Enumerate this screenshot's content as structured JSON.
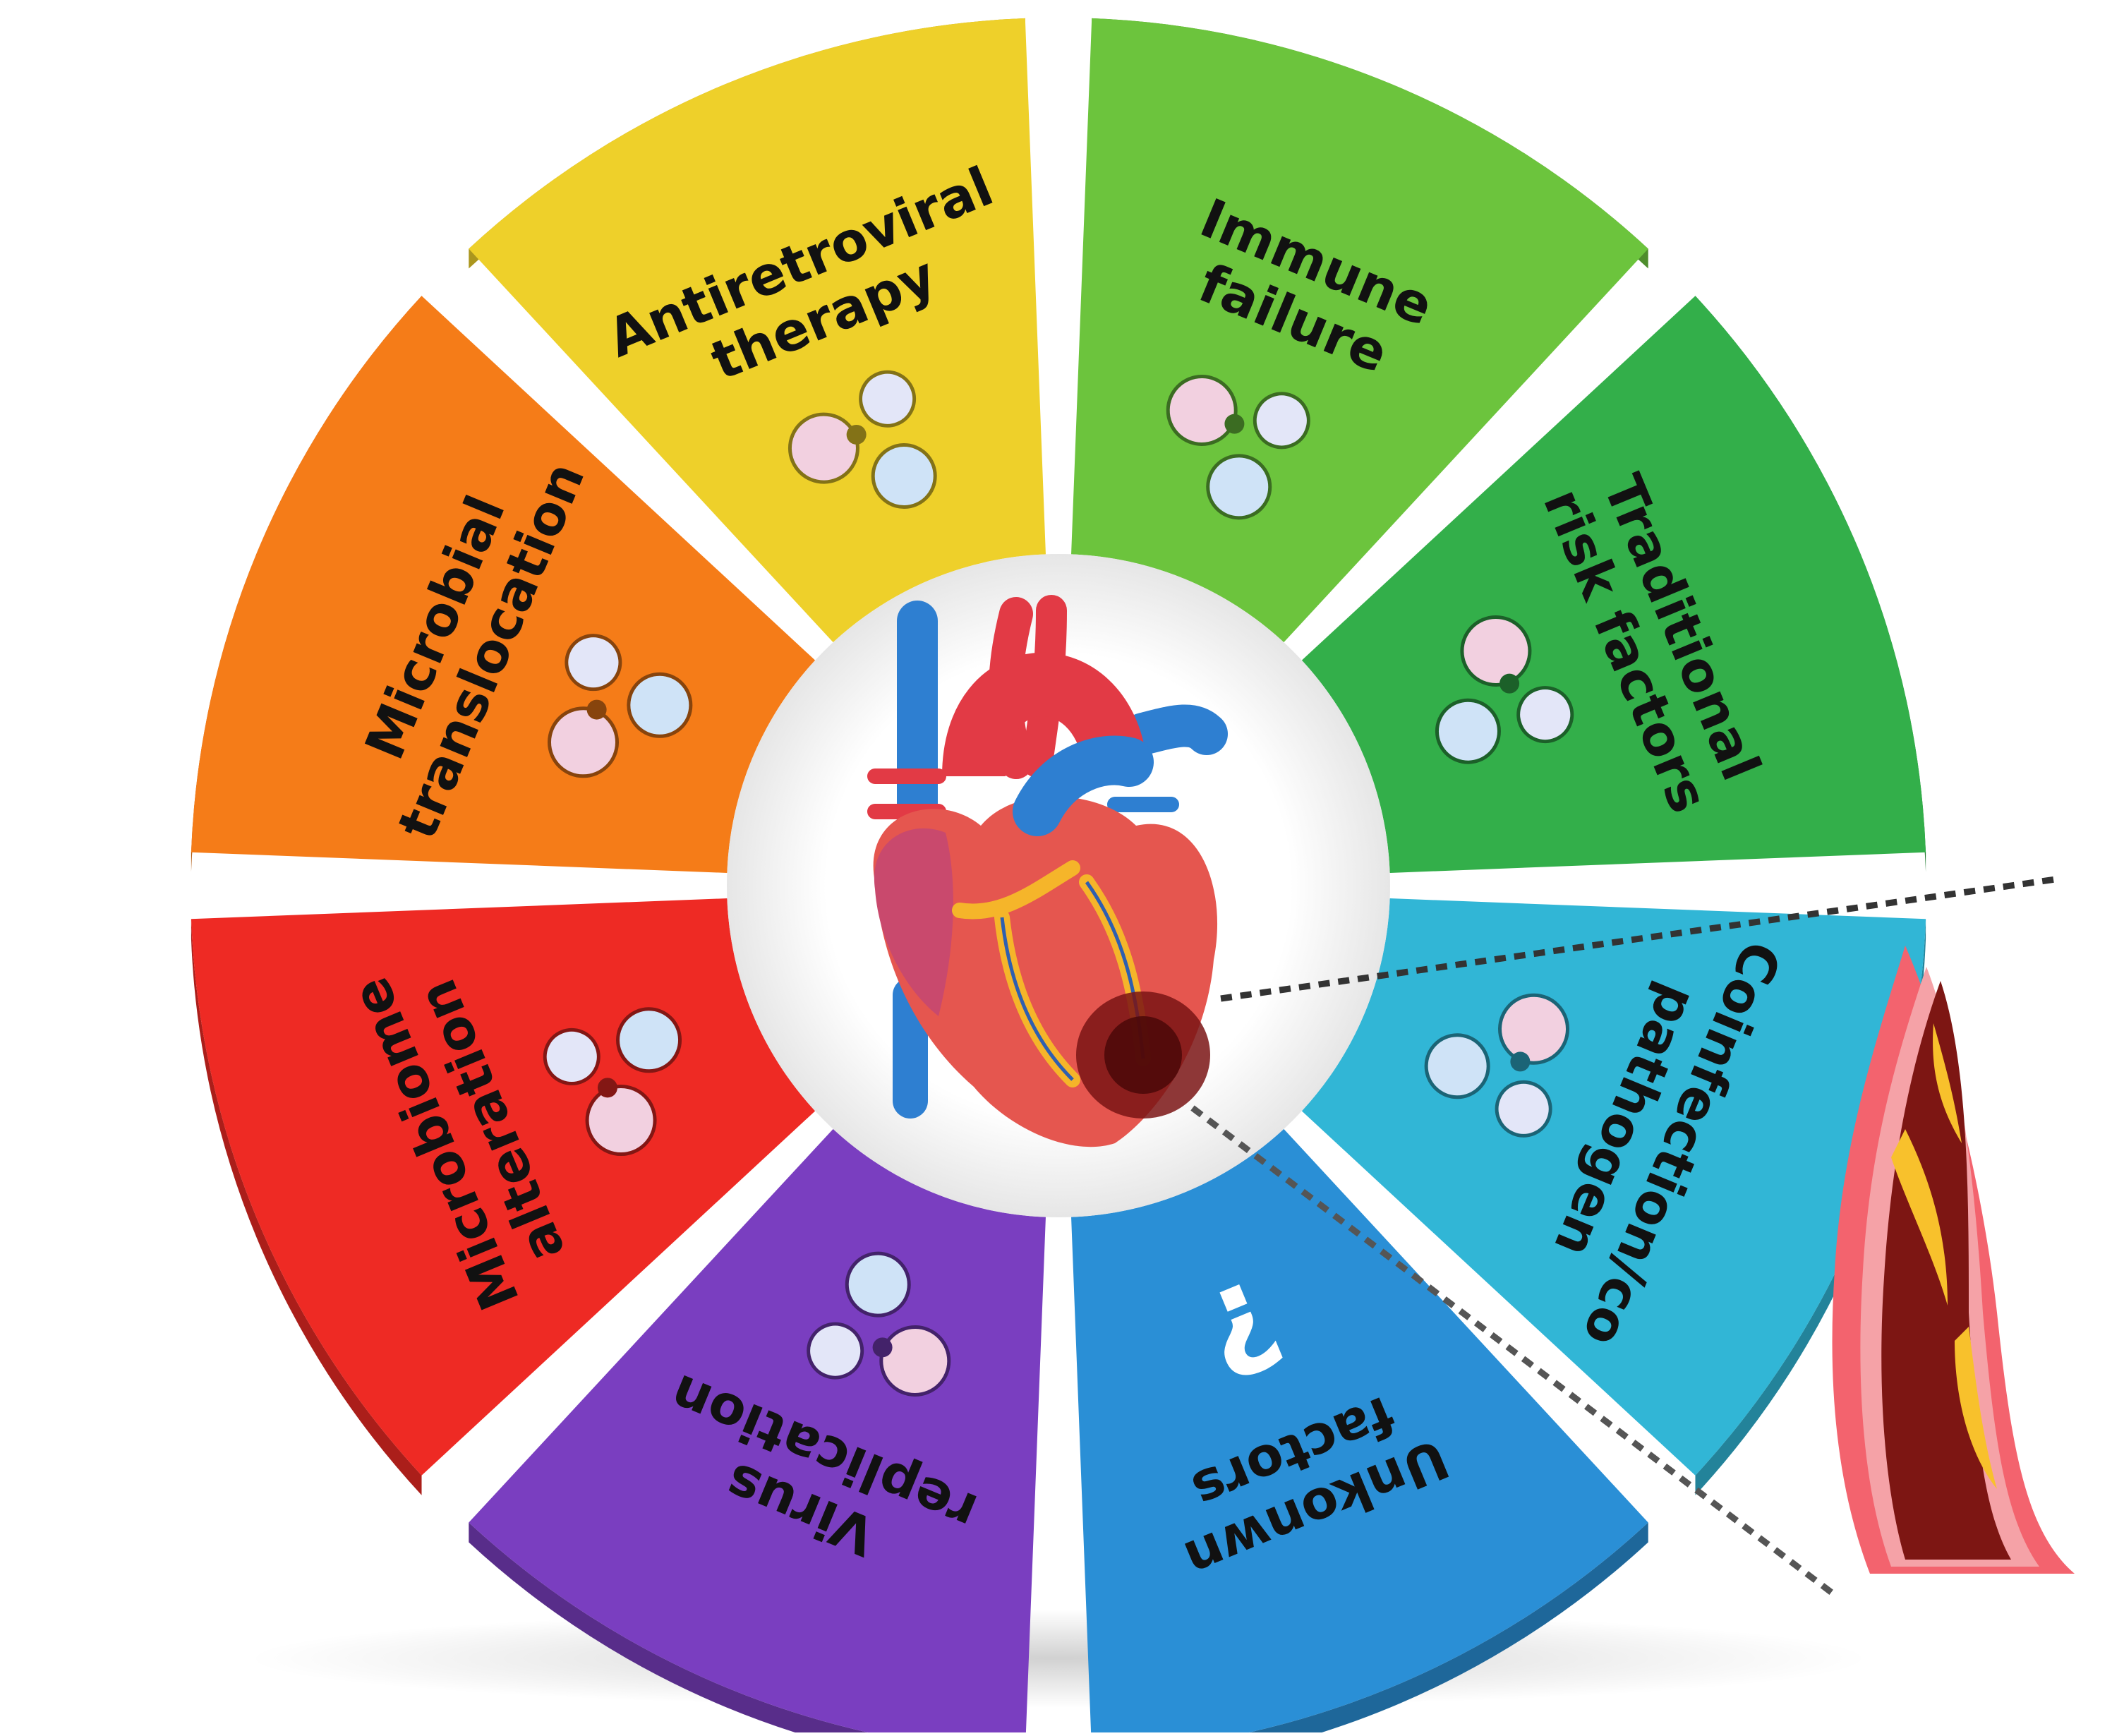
{
  "segments": [
    {
      "id": "antiretroviral",
      "lines": [
        "Antiretroviral",
        "therapy"
      ],
      "color": "#EED02A",
      "icon": "pill-bottle-and-capsules-icon"
    },
    {
      "id": "immune",
      "lines": [
        "Immune",
        "failure"
      ],
      "color": "#6CC43D",
      "icon": "immune-cells-icon"
    },
    {
      "id": "traditional",
      "lines": [
        "Traditional",
        "risk factors"
      ],
      "color": "#33AF4A",
      "icon": "cigarette-and-blood-pressure-cuff-icon"
    },
    {
      "id": "coinfection",
      "lines": [
        "Coinfection/co",
        "pathogen"
      ],
      "color": "#31B6D6",
      "icon": "virus-particles-icon"
    },
    {
      "id": "unknown",
      "lines": [
        "Unkonwn",
        "factors"
      ],
      "color": "#2A8FD6",
      "icon": "question-mark-icon",
      "glyph": "?"
    },
    {
      "id": "virus",
      "lines": [
        "Virus",
        "replication"
      ],
      "color": "#7A3EC0",
      "icon": "hiv-virion-icon"
    },
    {
      "id": "microbiome",
      "lines": [
        "Microbiome",
        "alteration"
      ],
      "color": "#EE2A24",
      "icon": "intestine-and-bacteria-icon"
    },
    {
      "id": "microbial",
      "lines": [
        "Microbial",
        "translocation"
      ],
      "color": "#F57C18",
      "icon": "bacteria-icon"
    }
  ],
  "center": {
    "icon": "heart-icon"
  },
  "inset": {
    "icon": "atherosclerotic-artery-icon"
  }
}
